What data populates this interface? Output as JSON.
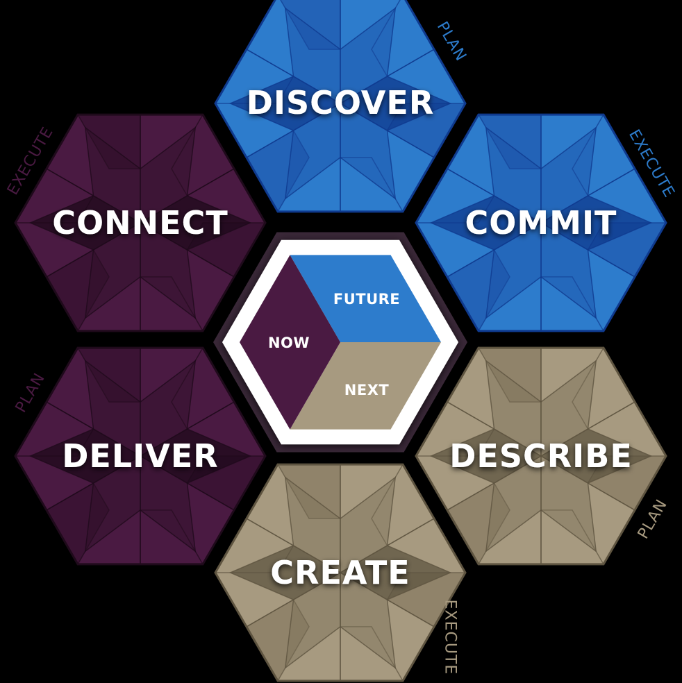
{
  "diagram": {
    "hexagons": [
      {
        "id": "discover",
        "label": "DISCOVER",
        "side_label": "PLAN",
        "color": "#2d7ccc",
        "dark": "#1b4fa6",
        "deep": "#0f3a8e",
        "side_color": "#2d7ccc"
      },
      {
        "id": "commit",
        "label": "COMMIT",
        "side_label": "EXECUTE",
        "color": "#2d7ccc",
        "dark": "#1b4fa6",
        "deep": "#0f3a8e",
        "side_color": "#2d7ccc"
      },
      {
        "id": "describe",
        "label": "DESCRIBE",
        "side_label": "PLAN",
        "color": "#a79a80",
        "dark": "#7d7158",
        "deep": "#5e5440",
        "side_color": "#a79a80"
      },
      {
        "id": "create",
        "label": "CREATE",
        "side_label": "EXECUTE",
        "color": "#a79a80",
        "dark": "#7d7158",
        "deep": "#5e5440",
        "side_color": "#a79a80"
      },
      {
        "id": "deliver",
        "label": "DELIVER",
        "side_label": "PLAN",
        "color": "#4a1a42",
        "dark": "#2f0f29",
        "deep": "#1f0a1b",
        "side_color": "#4a1a42"
      },
      {
        "id": "connect",
        "label": "CONNECT",
        "side_label": "EXECUTE",
        "color": "#4a1a42",
        "dark": "#2f0f29",
        "deep": "#1f0a1b",
        "side_color": "#4a1a42"
      }
    ],
    "center": {
      "now": {
        "label": "NOW",
        "color": "#4a1a42"
      },
      "future": {
        "label": "FUTURE",
        "color": "#2d7ccc"
      },
      "next": {
        "label": "NEXT",
        "color": "#a79a80"
      },
      "ring_color": "#ffffff"
    }
  }
}
